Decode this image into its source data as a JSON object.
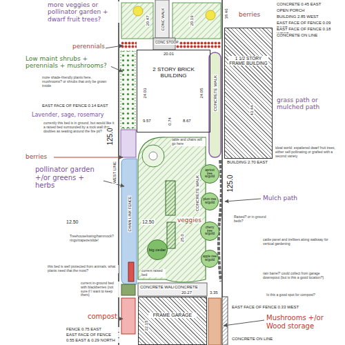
{
  "diagram": {
    "nodes": [
      {
        "text": [
          "2 STORY BRICK BUILDING"
        ]
      },
      {
        "text": [
          "1 1/2 STORY FRAME BUILDING"
        ]
      },
      {
        "text": [
          "big cedar"
        ]
      },
      {
        "text": [
          "apricot tree w/guild"
        ]
      },
      {
        "text": [
          "plum tree w/guild"
        ]
      },
      {
        "text": [
          "cherry tree w/guild"
        ]
      },
      {
        "text": [
          "apple tree w/guild"
        ]
      },
      {
        "text": [
          "FRAME GARAGE"
        ]
      }
    ],
    "labels": [
      "more veggies or pollinator garden + dwarf fruit trees?",
      "CONC WALK",
      "20.47",
      "20.19",
      "18.46",
      "CONCRETE 0.45 EAST",
      "berries",
      "OPEN PORCH",
      "BUILDING 2.85 WEST",
      "EAST FACE OF FENCE 0.09 EAST",
      "EAST FACE OF FENCE 0.18 WEST",
      "CONCRETE ON LINE",
      "perennials",
      "CONC STOOP",
      "20.01",
      "Low maint shrubs + perennials + mushrooms?",
      "more shade-friendly plants here, mushrooms? or shrubs that only be grown inside",
      "24.03",
      "24.05",
      "CONCRETE WALK",
      "EAST FACE OF FENCE 0.14 EAST",
      "9.57",
      "0.74",
      "8.67",
      "Lavender, sage, rosemary",
      "currently this bed is in ground, but would like it a raised bed surrounded by a rock wall that doubles as seating around the fire pit?",
      "table and chairs will go here",
      "43.44",
      "grass path or mulched path",
      "BUILDING 2.70 EAST",
      "ideal world: espaliered dwarf fruit trees, either self-pollinating or grafted with a second variety",
      "WEST LINE",
      "125.0",
      "berries",
      "pollinator garden +/or greens + herbs",
      "CHAIN LINK FENCE",
      "12.50",
      "12.50",
      "125.0",
      "Mulch path",
      "veggies",
      "Raised? or in ground beds?",
      "CONCRETE WALK",
      "25.0",
      "cattle panel and trellises along walkway for vertical gardening",
      "Treehouse/swing/hammock? rings/trapeze/slide!",
      "rain barrel? could collect from garage downspout (but is this a good location?)",
      "this bed is well protected from animals. what plants need that the most?",
      "current in-ground bed with blackberries (not sure if I want to keep them)",
      "current raised bed",
      "CONCRETE WALK",
      "CONCRETE",
      "20.27",
      "3.35",
      "Is this a good spot for compost?",
      "EAST FACE OF FENCE 0.33 WEST",
      "Mushrooms +/or Wood storage",
      "compost",
      "22.15",
      "FENCE 0.75 EAST",
      "EAST FACE OF FENCE",
      "0.55 EAST & 0.29 NORTH",
      "CONCRETE ON LINE"
    ]
  }
}
